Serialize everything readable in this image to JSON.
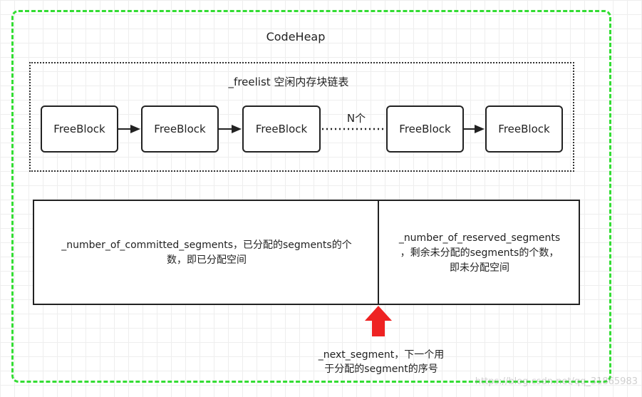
{
  "diagram": {
    "title": "CodeHeap",
    "freelist_label": "_freelist 空闲内存块链表",
    "blocks": [
      "FreeBlock",
      "FreeBlock",
      "FreeBlock",
      "FreeBlock",
      "FreeBlock"
    ],
    "n_label": "N个",
    "committed_text_line1": "_number_of_committed_segments，已分配的segments的个",
    "committed_text_line2": "数，即已分配空间",
    "reserved_text_line1": "_number_of_reserved_segments",
    "reserved_text_line2": "，剩余未分配的segments的个数，",
    "reserved_text_line3": "即未分配空间",
    "next_segment_line1": "_next_segment，下一个用",
    "next_segment_line2": "于分配的segment的序号"
  },
  "colors": {
    "outer_border": "#33dd33",
    "up_arrow": "#ee2222",
    "lines": "#222222"
  },
  "watermark": "https://blog.csdn.net/qq_31865983"
}
